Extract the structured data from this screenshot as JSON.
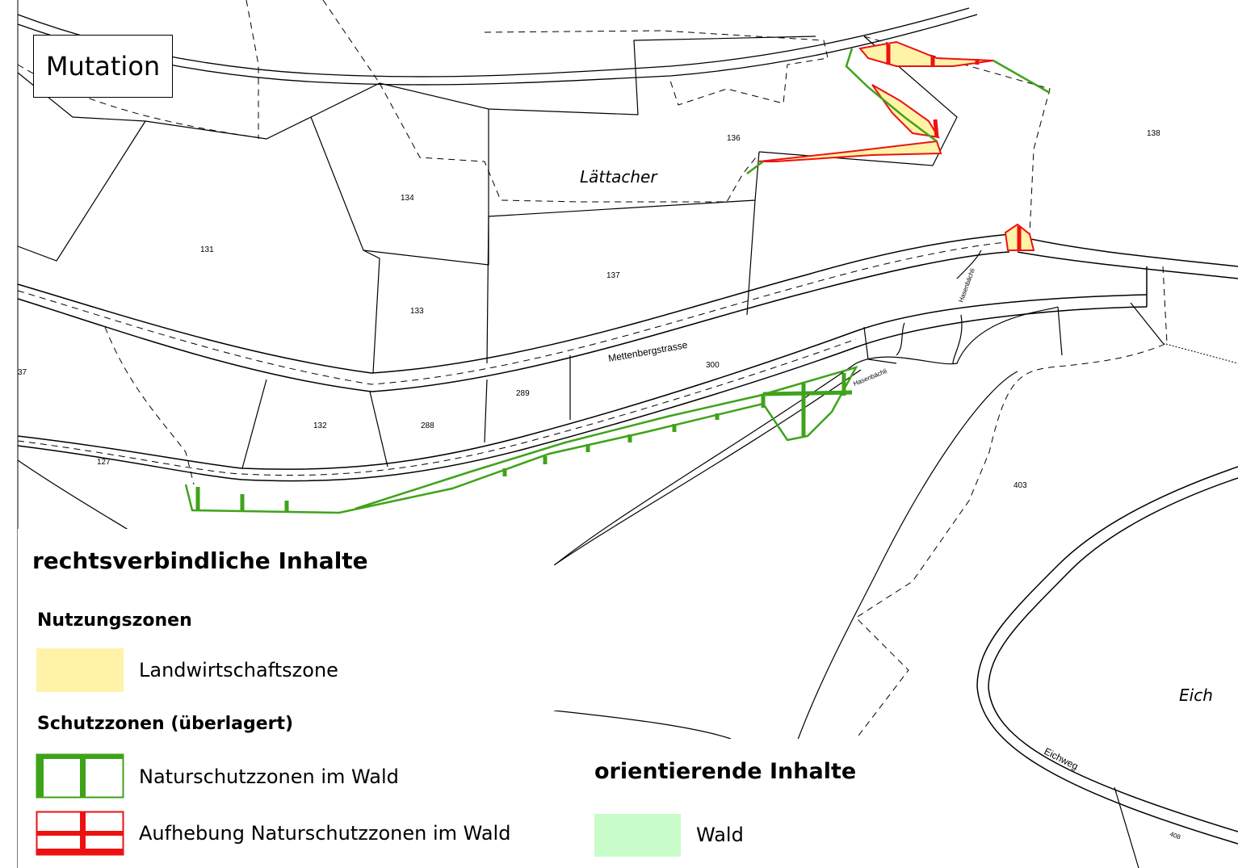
{
  "map": {
    "mutation_label": "Mutation",
    "parcels": [
      "131",
      "132",
      "133",
      "134",
      "136",
      "137",
      "138",
      "288",
      "289",
      "300",
      "403",
      "408",
      "127",
      "37"
    ],
    "place_names": [
      "Lättacher",
      "Eich"
    ],
    "streets": [
      "Mettenbergstrasse",
      "Eichweg",
      "Hasenbächli",
      "Hasenbächli"
    ]
  },
  "legend": {
    "binding_title": "rechtsverbindliche Inhalte",
    "nutzung_title": "Nutzungszonen",
    "landwirtschaft_label": "Landwirtschaftszone",
    "schutz_title": "Schutzzonen (überlagert)",
    "naturschutz_label": "Naturschutzzonen im Wald",
    "aufhebung_label": "Aufhebung Naturschutzzonen im Wald",
    "orient_title": "orientierende Inhalte",
    "wald_label": "Wald"
  },
  "colors": {
    "landwirtschaft": "#fff3a8",
    "naturschutz": "#3fa31a",
    "aufhebung": "#ee1111",
    "wald": "#c8fcc8"
  }
}
